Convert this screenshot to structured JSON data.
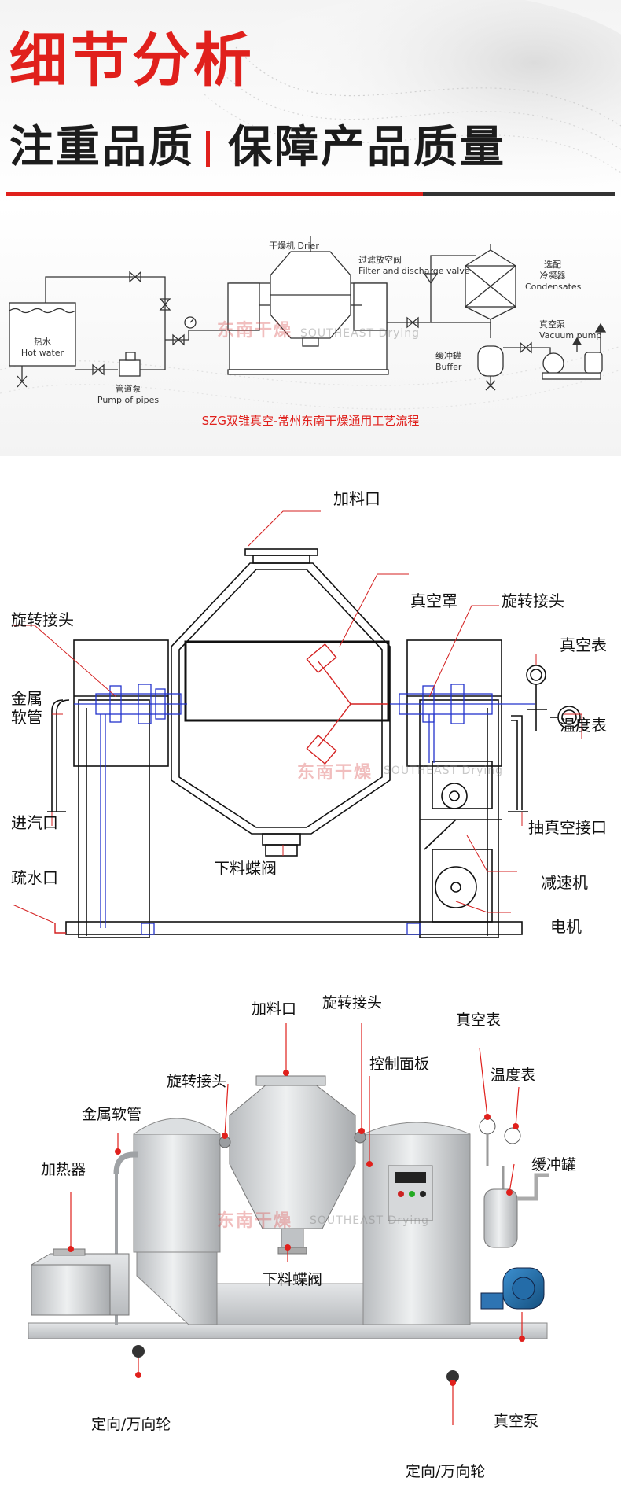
{
  "header": {
    "title": "细节分析",
    "subtitle_left": "注重品质",
    "subtitle_right": "保障产品质量"
  },
  "flow": {
    "hot_water_cn": "热水",
    "hot_water_en": "Hot water",
    "pump_cn": "管道泵",
    "pump_en": "Pump of pipes",
    "drier_label": "干燥机 Drier",
    "filter_cn": "过滤放空阀",
    "filter_en": "Filter and discharge valve",
    "condenser_line1": "选配",
    "condenser_line2": "冷凝器",
    "condenser_en": "Condensates",
    "buffer_cn": "缓冲罐",
    "buffer_en": "Buffer",
    "vacuum_cn": "真空泵",
    "vacuum_en": "Vacuum pump",
    "caption": "SZG双锥真空-常州东南干燥通用工艺流程"
  },
  "watermark": {
    "cn": "东南干燥",
    "en": "SOUTHEAST Drying"
  },
  "drawing": {
    "feed_port": "加料口",
    "vacuum_hood": "真空罩",
    "rotary_joint_left": "旋转接头",
    "rotary_joint_right": "旋转接头",
    "vacuum_gauge": "真空表",
    "metal_hose_line1": "金属",
    "metal_hose_line2": "软管",
    "temp_gauge": "温度表",
    "steam_inlet": "进汽口",
    "vacuum_port": "抽真空接口",
    "discharge_valve": "下料蝶阀",
    "drain_port": "疏水口",
    "reducer": "减速机",
    "motor": "电机"
  },
  "photo": {
    "feed_port": "加料口",
    "rotary_joint_top": "旋转接头",
    "vacuum_gauge": "真空表",
    "control_panel": "控制面板",
    "rotary_joint_left": "旋转接头",
    "temp_gauge": "温度表",
    "metal_hose": "金属软管",
    "buffer_tank": "缓冲罐",
    "heater": "加热器",
    "discharge_valve": "下料蝶阀",
    "caster_left": "定向/万向轮",
    "vacuum_pump": "真空泵",
    "caster_right": "定向/万向轮"
  },
  "colors": {
    "accent_red": "#e0201c",
    "text_dark": "#1c1c1c",
    "drawing_blue": "#2233cc",
    "drawing_red": "#d42020"
  }
}
